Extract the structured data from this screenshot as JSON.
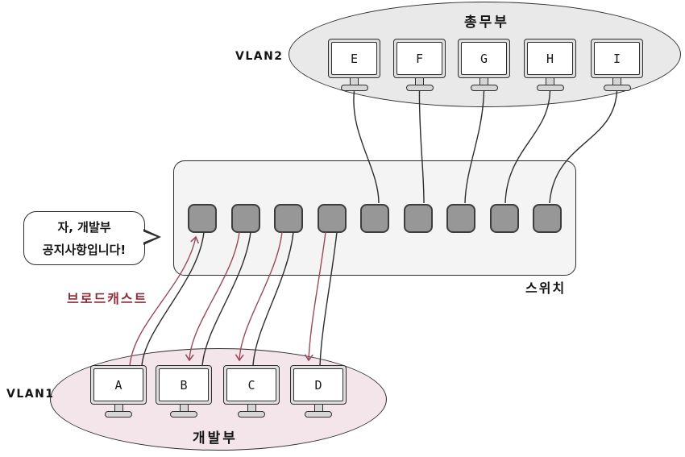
{
  "diagram": {
    "vlan2": {
      "label": "VLAN2",
      "department_label": "총무부",
      "computers": [
        "E",
        "F",
        "G",
        "H",
        "I"
      ]
    },
    "vlan1": {
      "label": "VLAN1",
      "department_label": "개발부",
      "computers": [
        "A",
        "B",
        "C",
        "D"
      ]
    },
    "switch": {
      "label": "스위치",
      "port_count": 9
    },
    "speech_bubble": {
      "line1": "자, 개발부",
      "line2": "공지사항입니다!"
    },
    "broadcast_label": "브로드캐스트",
    "colors": {
      "broadcast_red": "#8e2d39",
      "arrow_red": "#9a4a59",
      "cable_black": "#2d2d2d",
      "vlan2_fill": "#e9e9e9",
      "vlan1_fill": "#f3e5ea",
      "switch_fill": "#f4f4f4",
      "port_fill": "#979797"
    }
  }
}
